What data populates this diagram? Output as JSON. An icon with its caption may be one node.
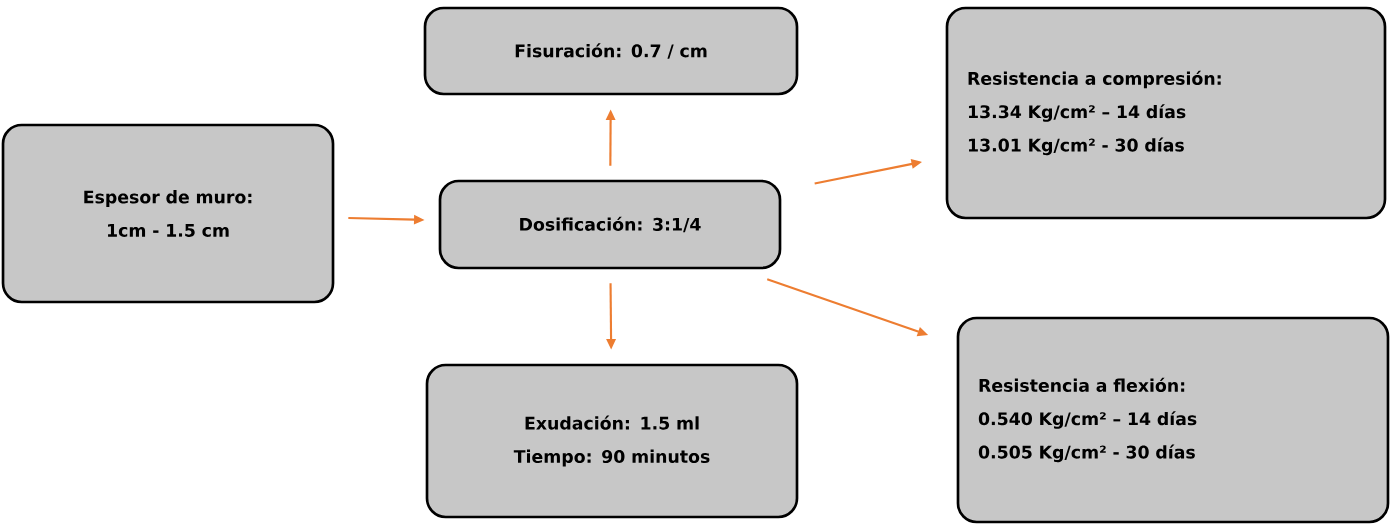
{
  "diagram": {
    "nodes": [
      {
        "text": [
          "Fisuración: 0.7 / cm"
        ]
      },
      {
        "text": [
          "Espesor de muro:",
          "1cm - 1.5 cm"
        ]
      },
      {
        "text": [
          "Dosificación: 3:1/4"
        ]
      },
      {
        "text": [
          "Exudación: 1.5 ml",
          "Tiempo: 90 minutos"
        ]
      },
      {
        "text": [
          "Resistencia a compresión:",
          "13.34  Kg/cm² – 14 días",
          "13.01  Kg/cm² - 30 días"
        ]
      },
      {
        "text": [
          "Resistencia a flexión:",
          "0.540  Kg/cm² – 14 días",
          "0.505  Kg/cm² - 30 días"
        ]
      }
    ],
    "edges": [
      {
        "from": 1,
        "to": 2,
        "arrow": "to"
      },
      {
        "from": 2,
        "to": 0,
        "arrow": "to"
      },
      {
        "from": 2,
        "to": 3,
        "arrow": "to"
      },
      {
        "from": 2,
        "to": 4,
        "arrow": "to"
      },
      {
        "from": 2,
        "to": 5,
        "arrow": "to"
      }
    ]
  }
}
